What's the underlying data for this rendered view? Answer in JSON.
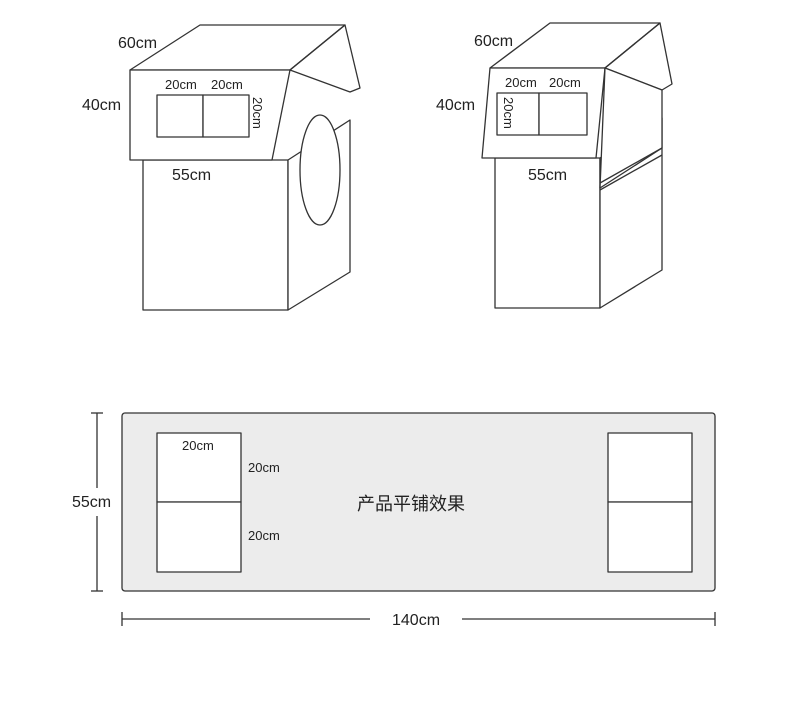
{
  "colors": {
    "stroke": "#333333",
    "panel_fill": "#ececec",
    "pocket_fill": "#ffffff",
    "text": "#222222"
  },
  "front_loader": {
    "top_width": "60cm",
    "height": "40cm",
    "front_width": "55cm",
    "pocket_left": "20cm",
    "pocket_right": "20cm",
    "pocket_depth": "20cm"
  },
  "top_loader": {
    "top_width": "60cm",
    "height": "40cm",
    "front_width": "55cm",
    "pocket_left": "20cm",
    "pocket_right": "20cm",
    "pocket_depth": "20cm"
  },
  "flat_layout": {
    "caption": "产品平铺效果",
    "height": "55cm",
    "length": "140cm",
    "pocket_width": "20cm",
    "pocket_height_top": "20cm",
    "pocket_height_bottom": "20cm"
  }
}
